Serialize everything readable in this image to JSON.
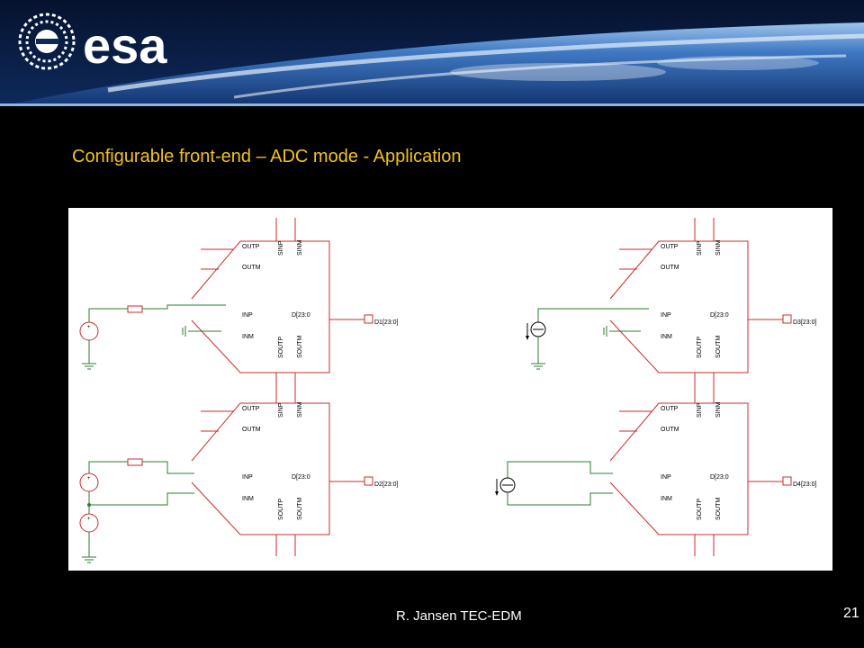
{
  "header": {
    "logo_text": "esa"
  },
  "slide": {
    "title": "Configurable front-end – ADC mode - Application",
    "footer": "R. Jansen TEC-EDM",
    "page_number": "21"
  },
  "block_pins": {
    "outp": "OUTP",
    "outm": "OUTM",
    "inp": "INP",
    "inm": "INM",
    "sinp": "SINP",
    "sinm": "SINM",
    "soutp": "SOUTP",
    "soutm": "SOUTM",
    "data_out": "D[23:0"
  },
  "ports": [
    "D1[23:0]",
    "D2[23:0]",
    "D3[23:0]",
    "D4[23:0]"
  ],
  "source_symbols": {
    "plus": "+"
  },
  "colors": {
    "schematic_line": "#cc2b2b",
    "wire": "#2e7d2e",
    "title": "#f2c21b",
    "background": "#000000"
  }
}
